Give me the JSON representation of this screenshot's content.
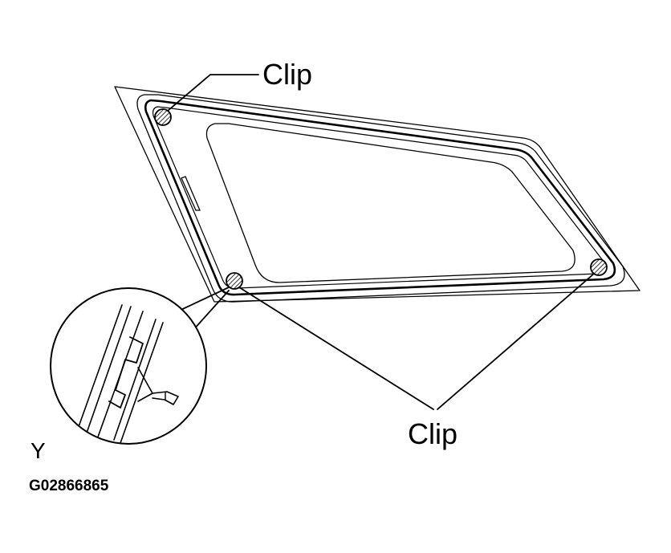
{
  "labels": {
    "clip_top": "Clip",
    "clip_bottom": "Clip",
    "view_letter": "Y",
    "figure_code": "G02866865"
  },
  "parts": {
    "glass": "quarter-window-glass",
    "clip_count": 3,
    "detail": "clip-section-detail"
  },
  "colors": {
    "line": "#000000",
    "background": "#ffffff"
  }
}
